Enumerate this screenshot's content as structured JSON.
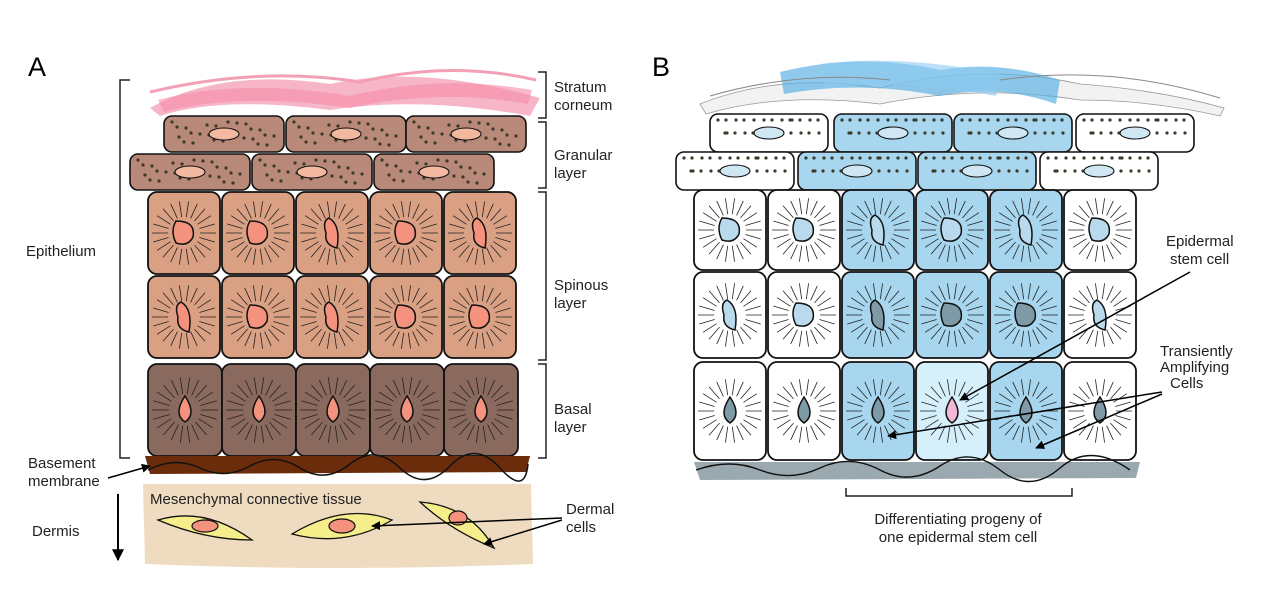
{
  "panel_a": {
    "letter": "A",
    "layers": {
      "stratum_corneum": [
        "Stratum",
        "corneum"
      ],
      "granular": [
        "Granular",
        "layer"
      ],
      "spinous": [
        "Spinous",
        "layer"
      ],
      "basal": [
        "Basal",
        "layer"
      ]
    },
    "epithelium": "Epithelium",
    "basement_membrane": [
      "Basement",
      "membrane"
    ],
    "dermis": "Dermis",
    "mesenchymal": "Mesenchymal connective  tissue",
    "dermal_cells": [
      "Dermal",
      "cells"
    ]
  },
  "panel_b": {
    "letter": "B",
    "stem_cell": [
      "Epidermal",
      "stem cell"
    ],
    "ta_cells": [
      "Transiently",
      "Amplifying",
      "Cells"
    ],
    "progeny": [
      "Differentiating progeny of",
      "one epidermal stem cell"
    ]
  },
  "colors": {
    "corneum_pink": "#f07a9a",
    "granular_brown": "#b88878",
    "spinous_tan": "#d9a083",
    "basal_brown": "#8a6a5e",
    "nucleus_salmon": "#f4927e",
    "blue": "#a7d6ee",
    "blue_light": "#d6f0fb",
    "grey_membrane": "#9aa9b0",
    "dermis_beige": "#efdcc0",
    "membrane_dark": "#6b2c0c"
  }
}
